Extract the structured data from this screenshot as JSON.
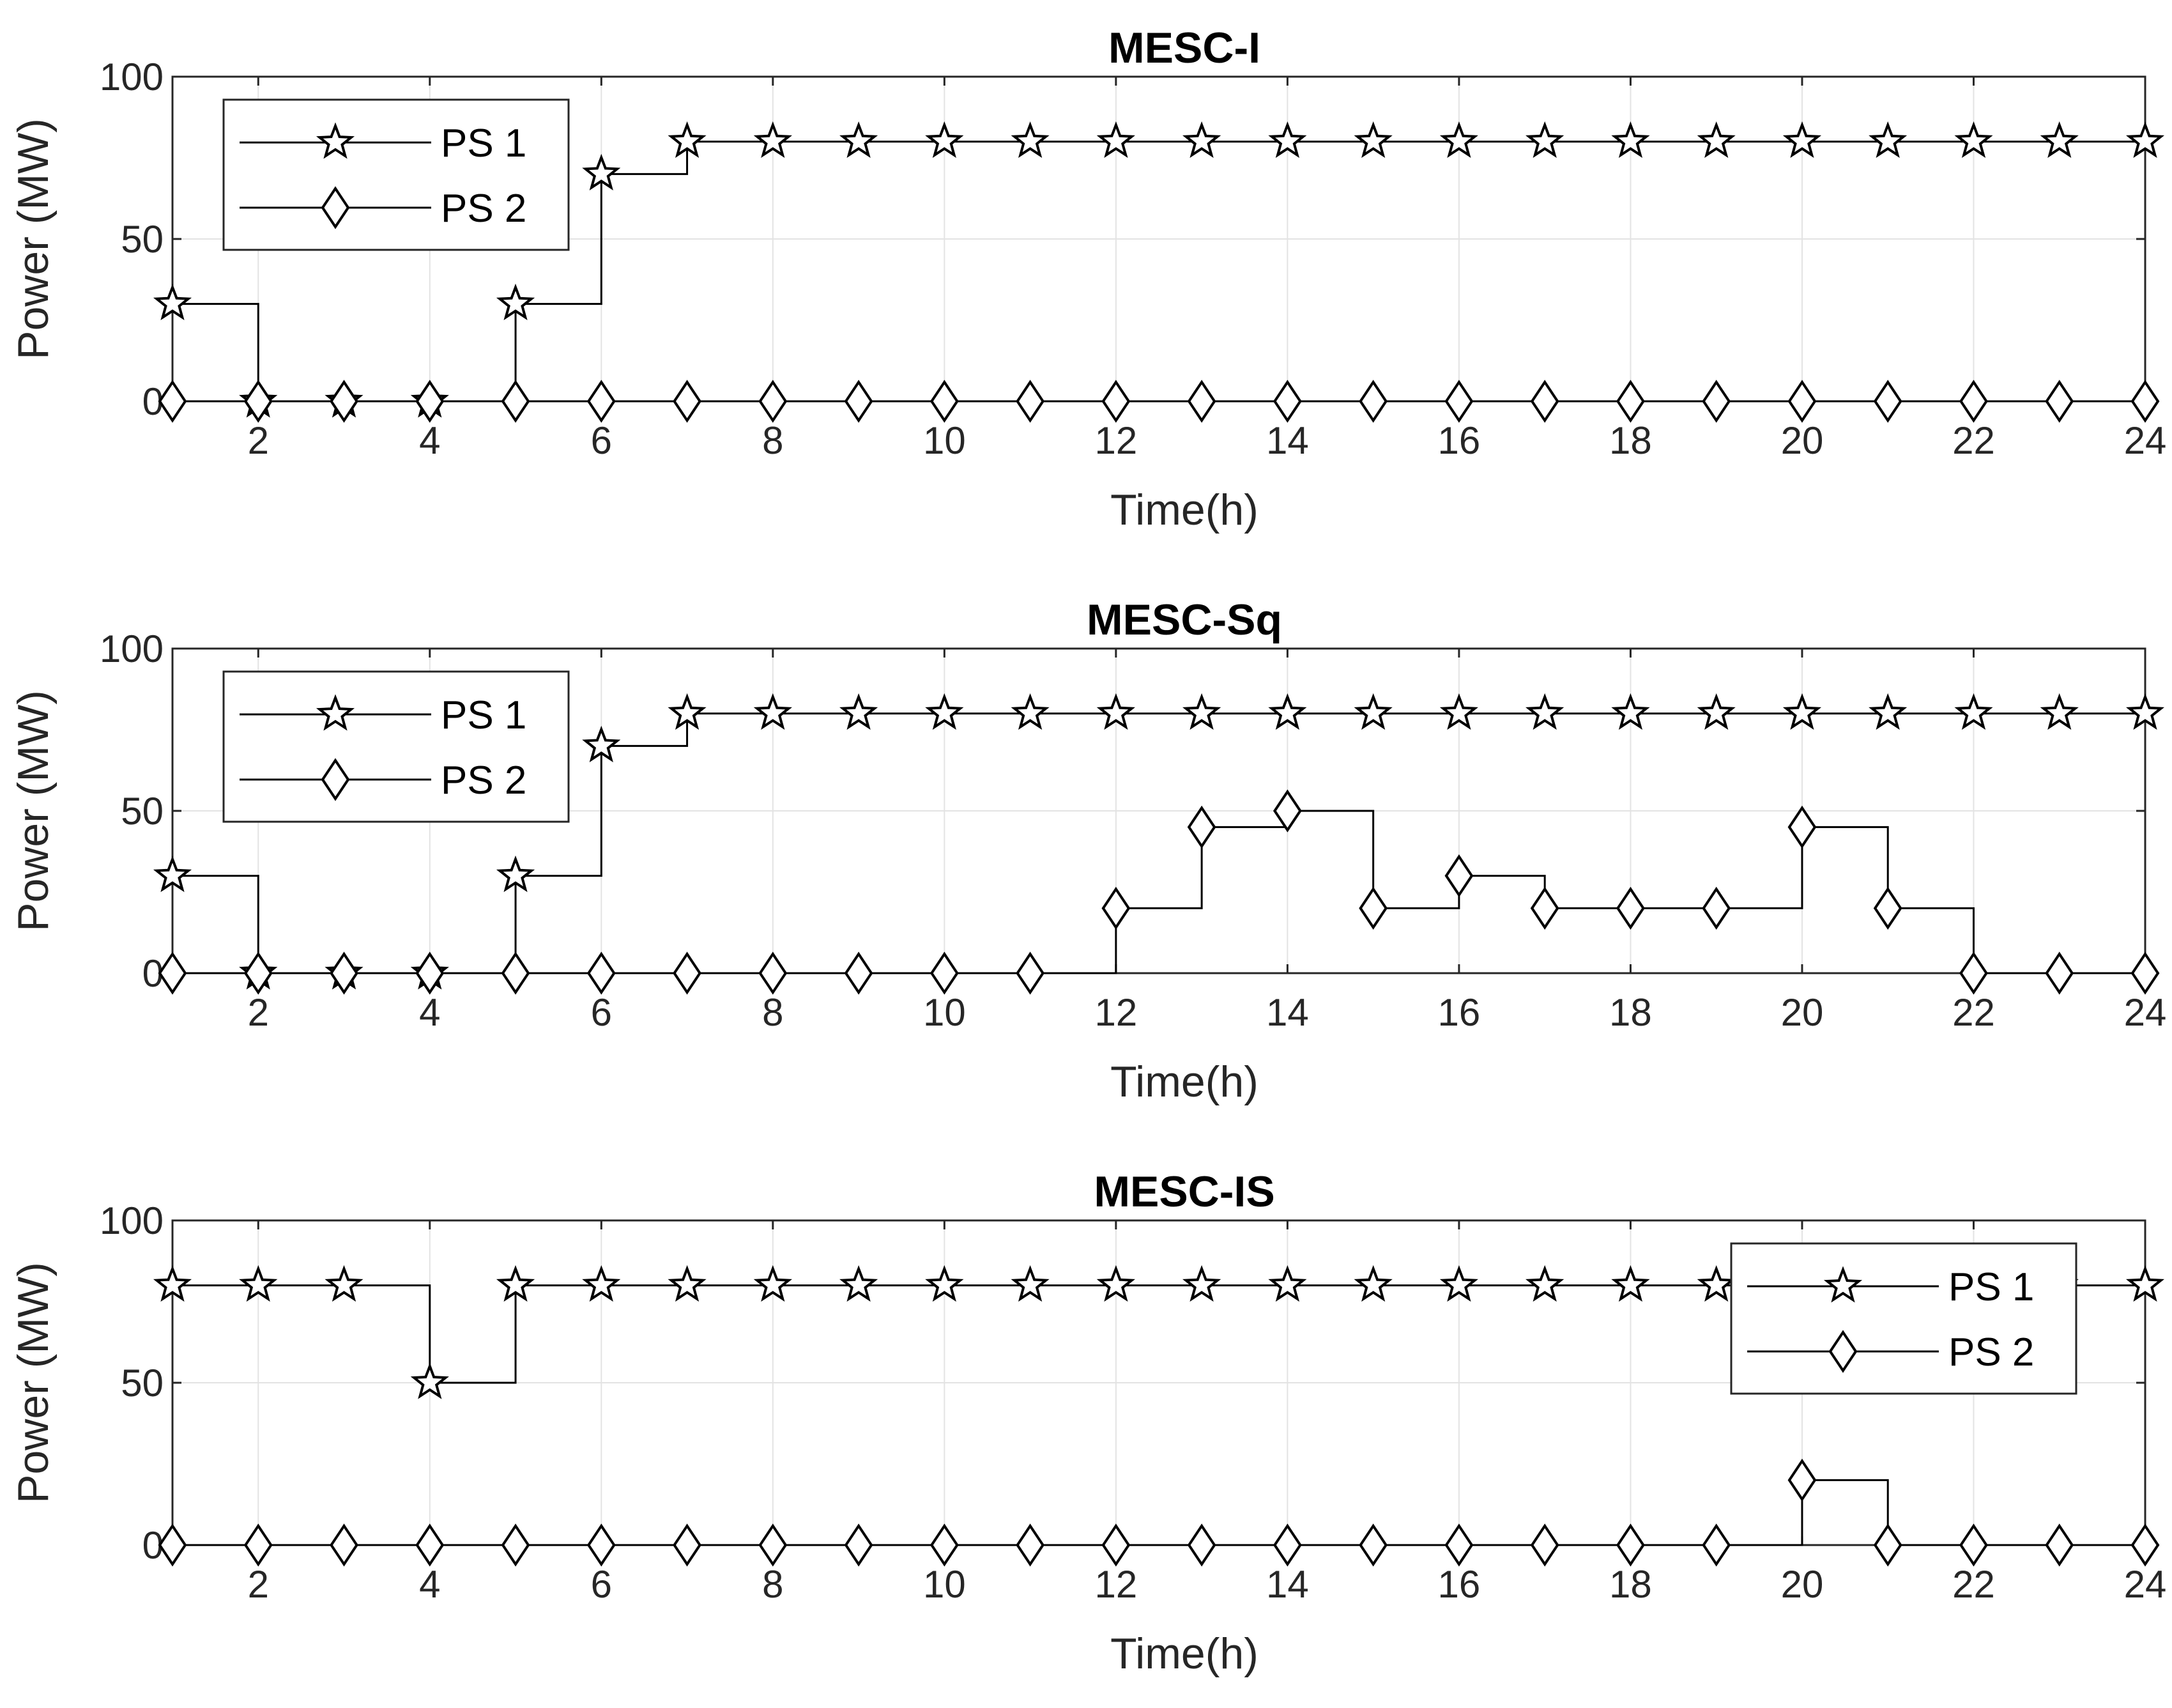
{
  "chart_data": [
    {
      "type": "line",
      "title": "MESC-I",
      "xlabel": "Time(h)",
      "ylabel": "Power (MW)",
      "xlim": [
        1,
        24
      ],
      "ylim": [
        0,
        100
      ],
      "xticks": [
        2,
        4,
        6,
        8,
        10,
        12,
        14,
        16,
        18,
        20,
        22,
        24
      ],
      "yticks": [
        0,
        50,
        100
      ],
      "grid": true,
      "step": true,
      "legend_position": "top-left",
      "x": [
        1,
        2,
        3,
        4,
        5,
        6,
        7,
        8,
        9,
        10,
        11,
        12,
        13,
        14,
        15,
        16,
        17,
        18,
        19,
        20,
        21,
        22,
        23,
        24
      ],
      "series": [
        {
          "name": "PS 1",
          "marker": "star",
          "values": [
            30,
            0,
            0,
            0,
            30,
            70,
            80,
            80,
            80,
            80,
            80,
            80,
            80,
            80,
            80,
            80,
            80,
            80,
            80,
            80,
            80,
            80,
            80,
            80
          ]
        },
        {
          "name": "PS 2",
          "marker": "diamond",
          "values": [
            0,
            0,
            0,
            0,
            0,
            0,
            0,
            0,
            0,
            0,
            0,
            0,
            0,
            0,
            0,
            0,
            0,
            0,
            0,
            0,
            0,
            0,
            0,
            0
          ]
        }
      ]
    },
    {
      "type": "line",
      "title": "MESC-Sq",
      "xlabel": "Time(h)",
      "ylabel": "Power (MW)",
      "xlim": [
        1,
        24
      ],
      "ylim": [
        0,
        100
      ],
      "xticks": [
        2,
        4,
        6,
        8,
        10,
        12,
        14,
        16,
        18,
        20,
        22,
        24
      ],
      "yticks": [
        0,
        50,
        100
      ],
      "grid": true,
      "step": true,
      "legend_position": "top-left",
      "x": [
        1,
        2,
        3,
        4,
        5,
        6,
        7,
        8,
        9,
        10,
        11,
        12,
        13,
        14,
        15,
        16,
        17,
        18,
        19,
        20,
        21,
        22,
        23,
        24
      ],
      "series": [
        {
          "name": "PS 1",
          "marker": "star",
          "values": [
            30,
            0,
            0,
            0,
            30,
            70,
            80,
            80,
            80,
            80,
            80,
            80,
            80,
            80,
            80,
            80,
            80,
            80,
            80,
            80,
            80,
            80,
            80,
            80
          ]
        },
        {
          "name": "PS 2",
          "marker": "diamond",
          "values": [
            0,
            0,
            0,
            0,
            0,
            0,
            0,
            0,
            0,
            0,
            0,
            20,
            45,
            50,
            20,
            30,
            20,
            20,
            20,
            45,
            20,
            0,
            0,
            0
          ]
        }
      ]
    },
    {
      "type": "line",
      "title": "MESC-IS",
      "xlabel": "Time(h)",
      "ylabel": "Power (MW)",
      "xlim": [
        1,
        24
      ],
      "ylim": [
        0,
        100
      ],
      "xticks": [
        2,
        4,
        6,
        8,
        10,
        12,
        14,
        16,
        18,
        20,
        22,
        24
      ],
      "yticks": [
        0,
        50,
        100
      ],
      "grid": true,
      "step": true,
      "legend_position": "top-right",
      "x": [
        1,
        2,
        3,
        4,
        5,
        6,
        7,
        8,
        9,
        10,
        11,
        12,
        13,
        14,
        15,
        16,
        17,
        18,
        19,
        20,
        21,
        22,
        23,
        24
      ],
      "series": [
        {
          "name": "PS 1",
          "marker": "star",
          "values": [
            80,
            80,
            80,
            50,
            80,
            80,
            80,
            80,
            80,
            80,
            80,
            80,
            80,
            80,
            80,
            80,
            80,
            80,
            80,
            80,
            80,
            80,
            80,
            80
          ]
        },
        {
          "name": "PS 2",
          "marker": "diamond",
          "values": [
            0,
            0,
            0,
            0,
            0,
            0,
            0,
            0,
            0,
            0,
            0,
            0,
            0,
            0,
            0,
            0,
            0,
            0,
            0,
            20,
            0,
            0,
            0,
            0
          ]
        }
      ]
    }
  ]
}
